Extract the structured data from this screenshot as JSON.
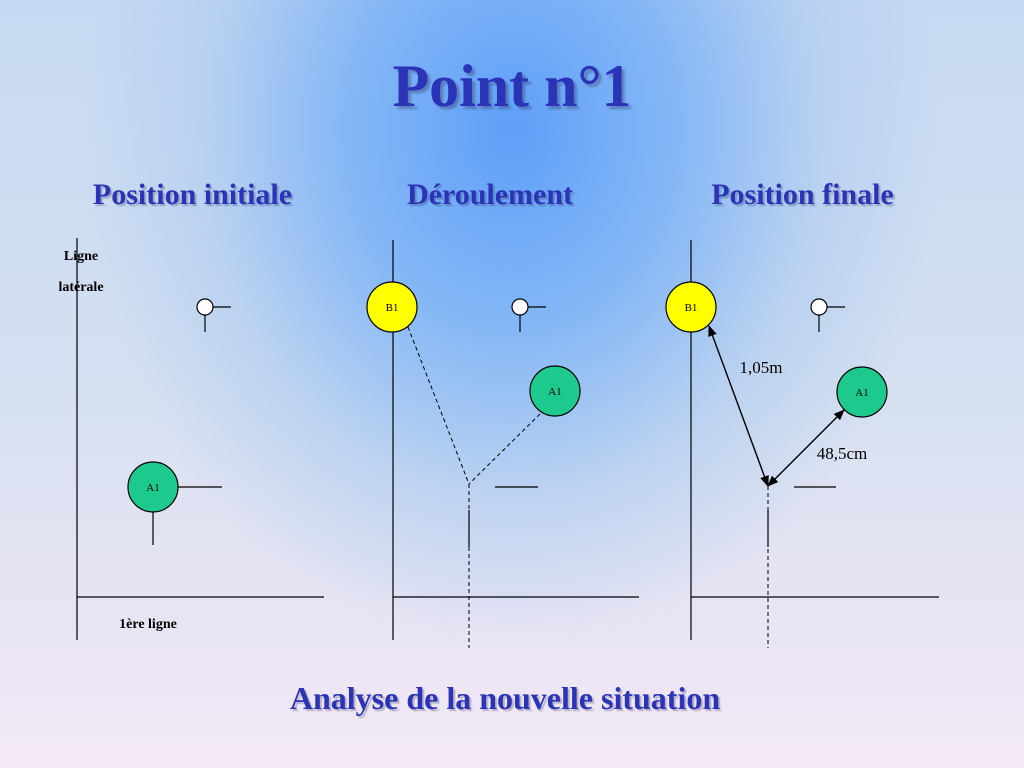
{
  "title": "Point n°1",
  "panels": [
    {
      "heading": "Position initiale"
    },
    {
      "heading": "Déroulement"
    },
    {
      "heading": "Position finale"
    }
  ],
  "labels": {
    "lateral_line_1": "Ligne",
    "lateral_line_2": "latérale",
    "first_line": "1ère ligne"
  },
  "players": {
    "a1": "A1",
    "b1": "B1"
  },
  "measurements": {
    "b1_distance": "1,05m",
    "a1_distance": "48,5cm"
  },
  "footer": "Analyse de la nouvelle situation",
  "colors": {
    "title": "#2b33b6",
    "player_a": "#1ec98e",
    "player_b": "#ffff00",
    "lines": "#000000"
  }
}
